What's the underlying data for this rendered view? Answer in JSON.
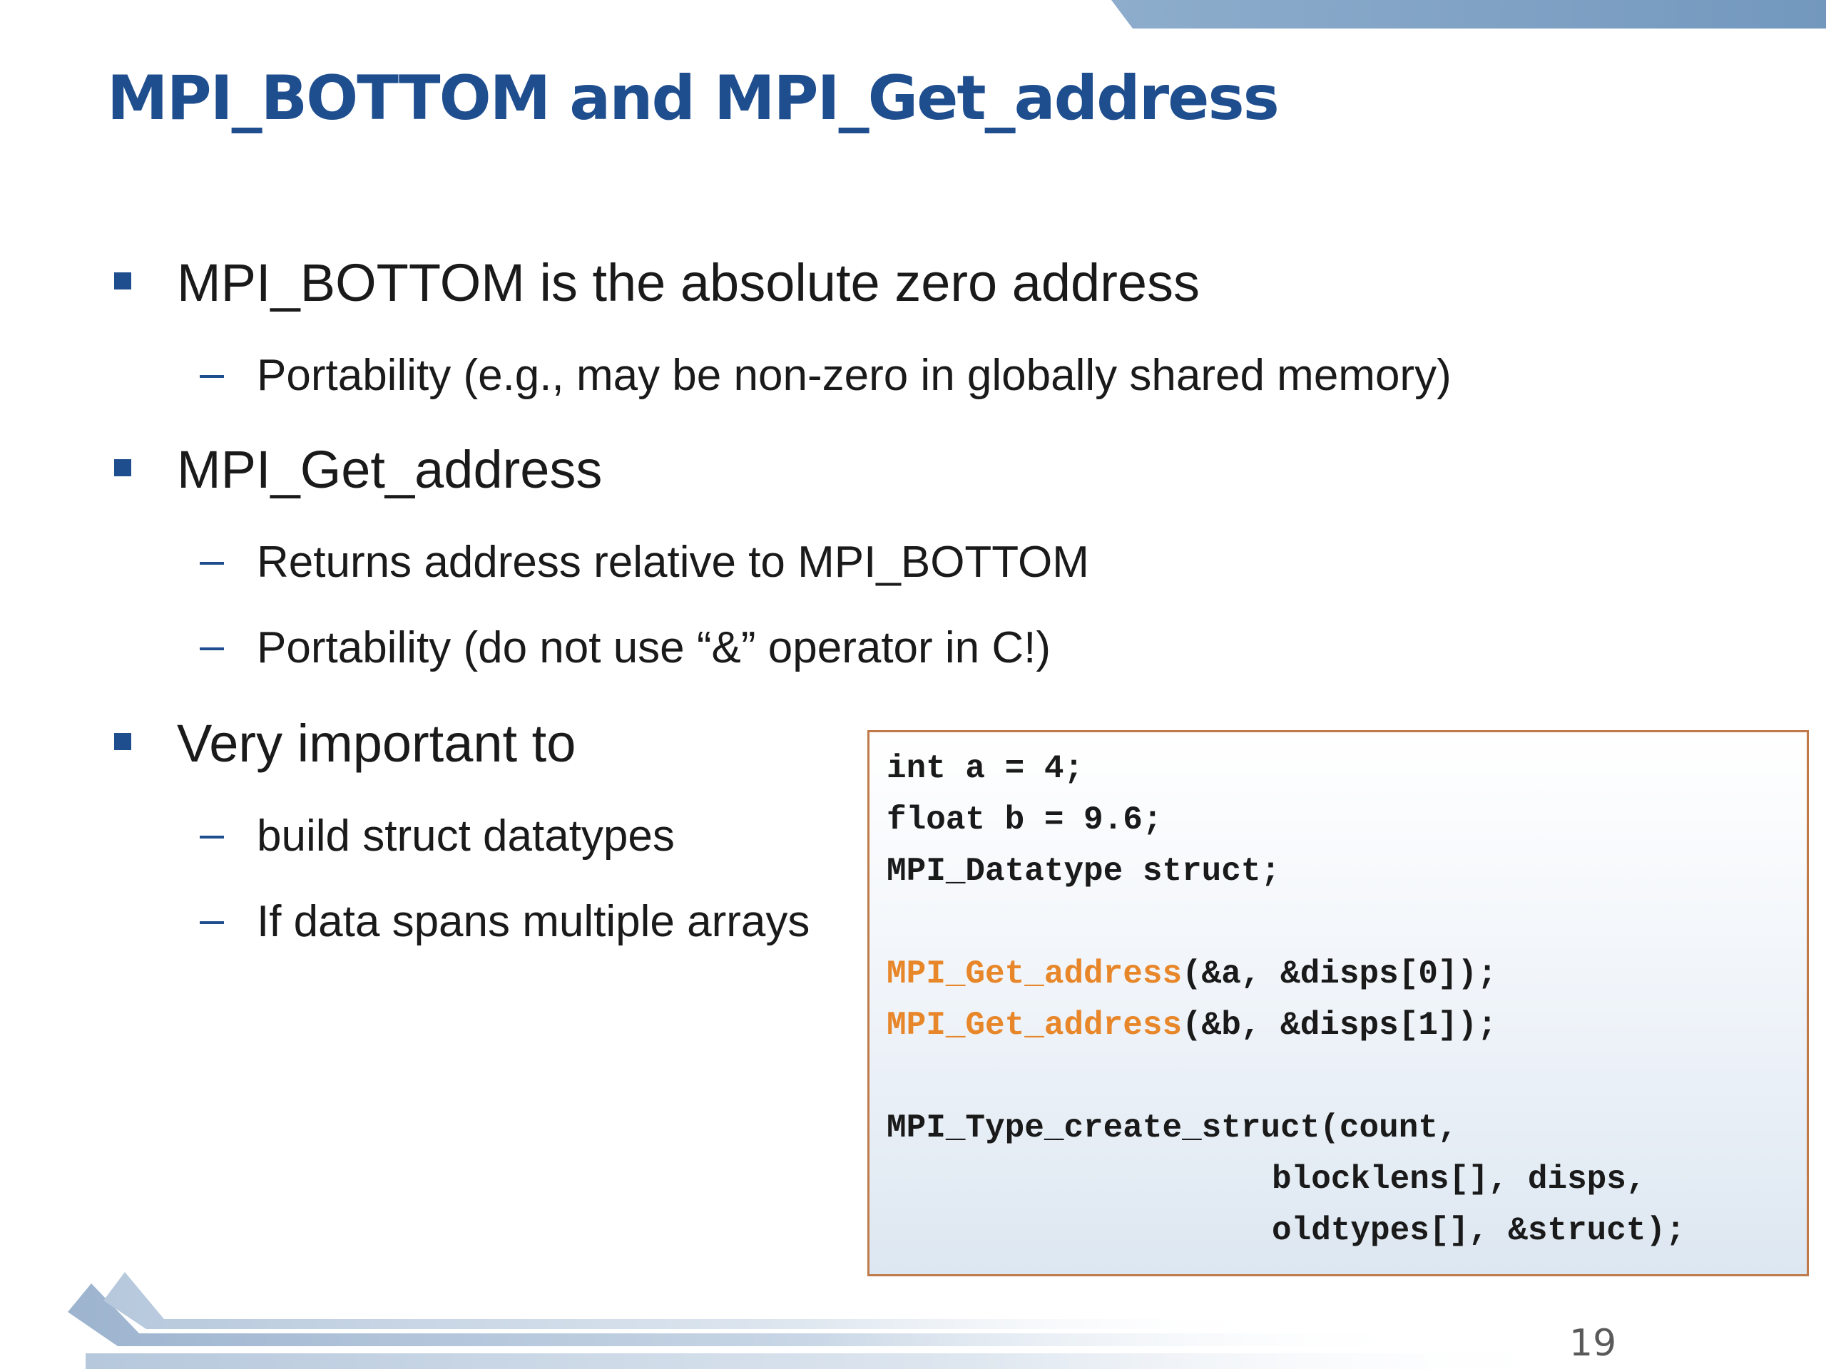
{
  "slide": {
    "title": "MPI_BOTTOM and MPI_Get_address",
    "bullets": [
      "MPI_BOTTOM is the absolute zero address",
      "MPI_Get_address",
      "Very important to"
    ],
    "sub_bullets": [
      "Portability (e.g., may be non-zero in globally shared memory)",
      "Returns address relative to MPI_BOTTOM",
      "Portability (do not use “&” operator in C!)",
      "build struct datatypes",
      "If data spans multiple arrays"
    ],
    "code": {
      "line1": "int a = 4;",
      "line2": "float b = 9.6;",
      "line3": "MPI_Datatype struct;",
      "line4_fn": "MPI_Get_address",
      "line4_args": "(&a, &disps[0]);",
      "line5_fn": "MPI_Get_address",
      "line5_args": "(&b, &disps[1]);",
      "line6": "MPI_Type_create_struct(count,",
      "line7": "blocklens[], disps,",
      "line8": "oldtypes[], &struct);"
    },
    "page_number": "19"
  },
  "colors": {
    "title": "#1f4e8f",
    "bullet_marker": "#1f4e8f",
    "code_highlight": "#e8862a",
    "code_border": "#c07a4a",
    "band": "#7398be"
  }
}
